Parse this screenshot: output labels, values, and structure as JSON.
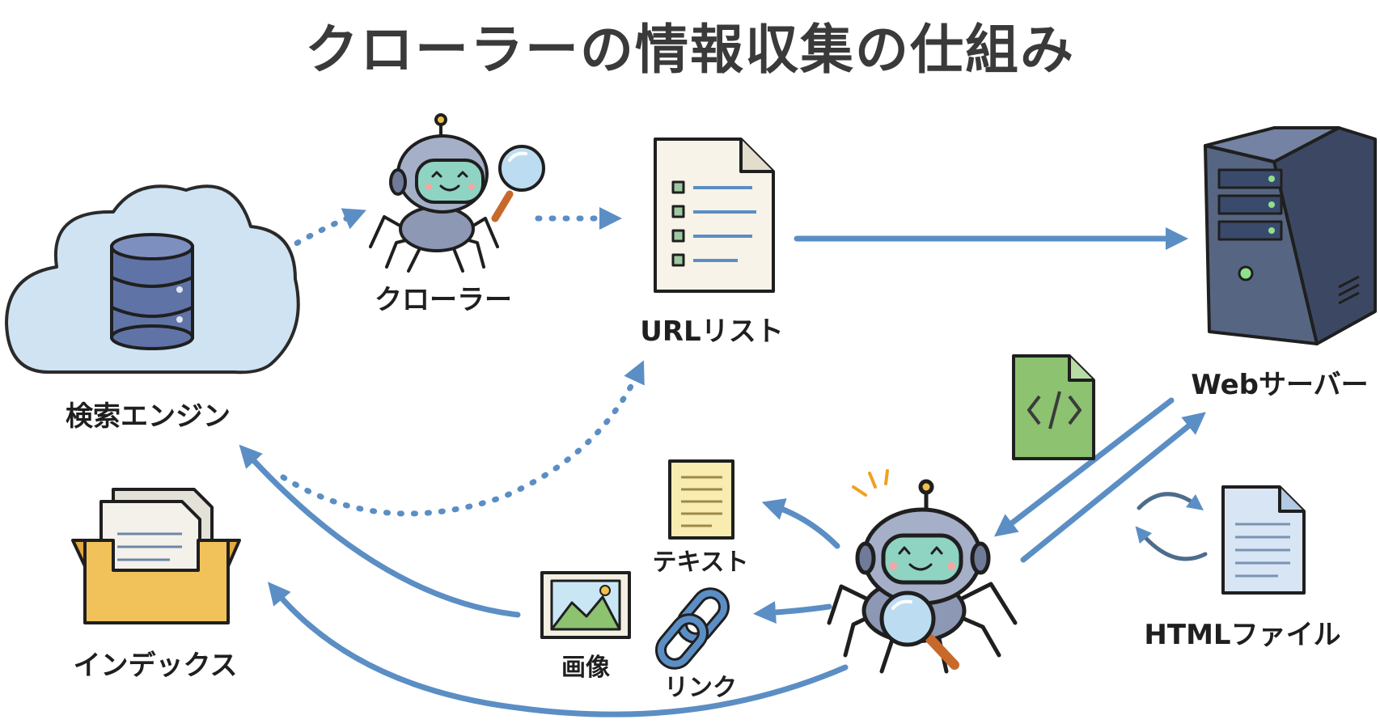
{
  "title": "クローラーの情報収集の仕組み",
  "nodes": {
    "search_engine": "検索エンジン",
    "crawler": "クローラー",
    "url_list": "URLリスト",
    "web_server": "Webサーバー",
    "html_file": "HTMLファイル",
    "text": "テキスト",
    "link": "リンク",
    "image": "画像",
    "index": "インデックス"
  },
  "code_symbol": "</>",
  "colors": {
    "arrow": "#5b8ec4",
    "cloud": "#cfe3f2",
    "database": "#5f73a6",
    "server": "#566682",
    "code_file": "#8cc270",
    "text_doc": "#f8ecb0",
    "index_box": "#f1c25a",
    "robot_face": "#8fd3c2",
    "robot_body": "#8d98b4"
  },
  "icons": [
    "cloud-icon",
    "database-icon",
    "robot-spider-icon",
    "magnifier-icon",
    "document-icon",
    "server-icon",
    "code-file-icon",
    "image-icon",
    "chain-link-icon",
    "inbox-tray-icon",
    "refresh-arrows-icon"
  ]
}
